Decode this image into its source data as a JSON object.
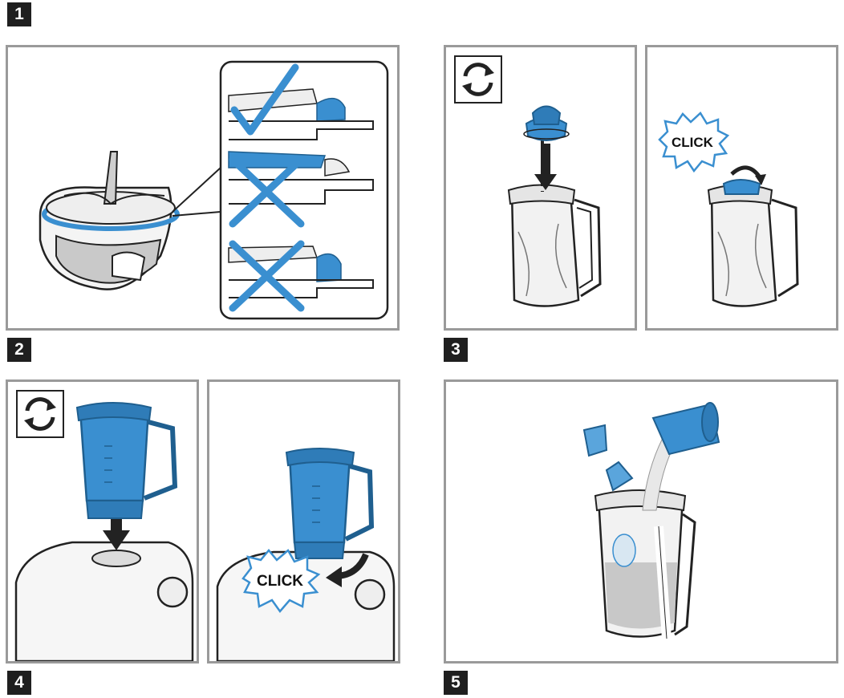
{
  "steps": {
    "s1": "1",
    "s2": "2",
    "s3": "3",
    "s4": "4",
    "s5": "5"
  },
  "labels": {
    "click_a": "CLICK",
    "click_b": "CLICK"
  },
  "colors": {
    "accent": "#3a8fd0",
    "accent_dark": "#1f5f8f",
    "frame": "#9a9a9a",
    "badge": "#1f1f1f"
  },
  "icons": [
    "rotate-icon",
    "check-icon",
    "cross-icon",
    "arrow-down-icon",
    "curved-arrow-icon"
  ]
}
